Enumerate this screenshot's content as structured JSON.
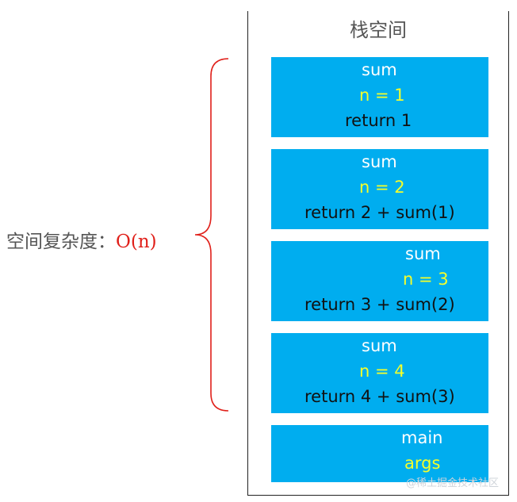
{
  "stack": {
    "title": "栈空间",
    "frames": [
      {
        "name": "sum",
        "param": "n = 1",
        "body": "return 1"
      },
      {
        "name": "sum",
        "param": "n = 2",
        "body": "return 2 + sum(1)"
      },
      {
        "name": "sum",
        "param": "n = 3",
        "body": "return 3 + sum(2)"
      },
      {
        "name": "sum",
        "param": "n = 4",
        "body": "return 4 + sum(3)"
      },
      {
        "name": "main",
        "param": "args",
        "body": ""
      }
    ]
  },
  "annotation": {
    "label": "空间复杂度：",
    "complexity": "O(n)"
  },
  "watermark": "@稀土掘金技术社区",
  "colors": {
    "frame_fill": "#00adef",
    "name_text": "#ffffff",
    "param_text": "#f5ff2a",
    "brace": "#e0201a",
    "complexity_text": "#e0201a"
  }
}
